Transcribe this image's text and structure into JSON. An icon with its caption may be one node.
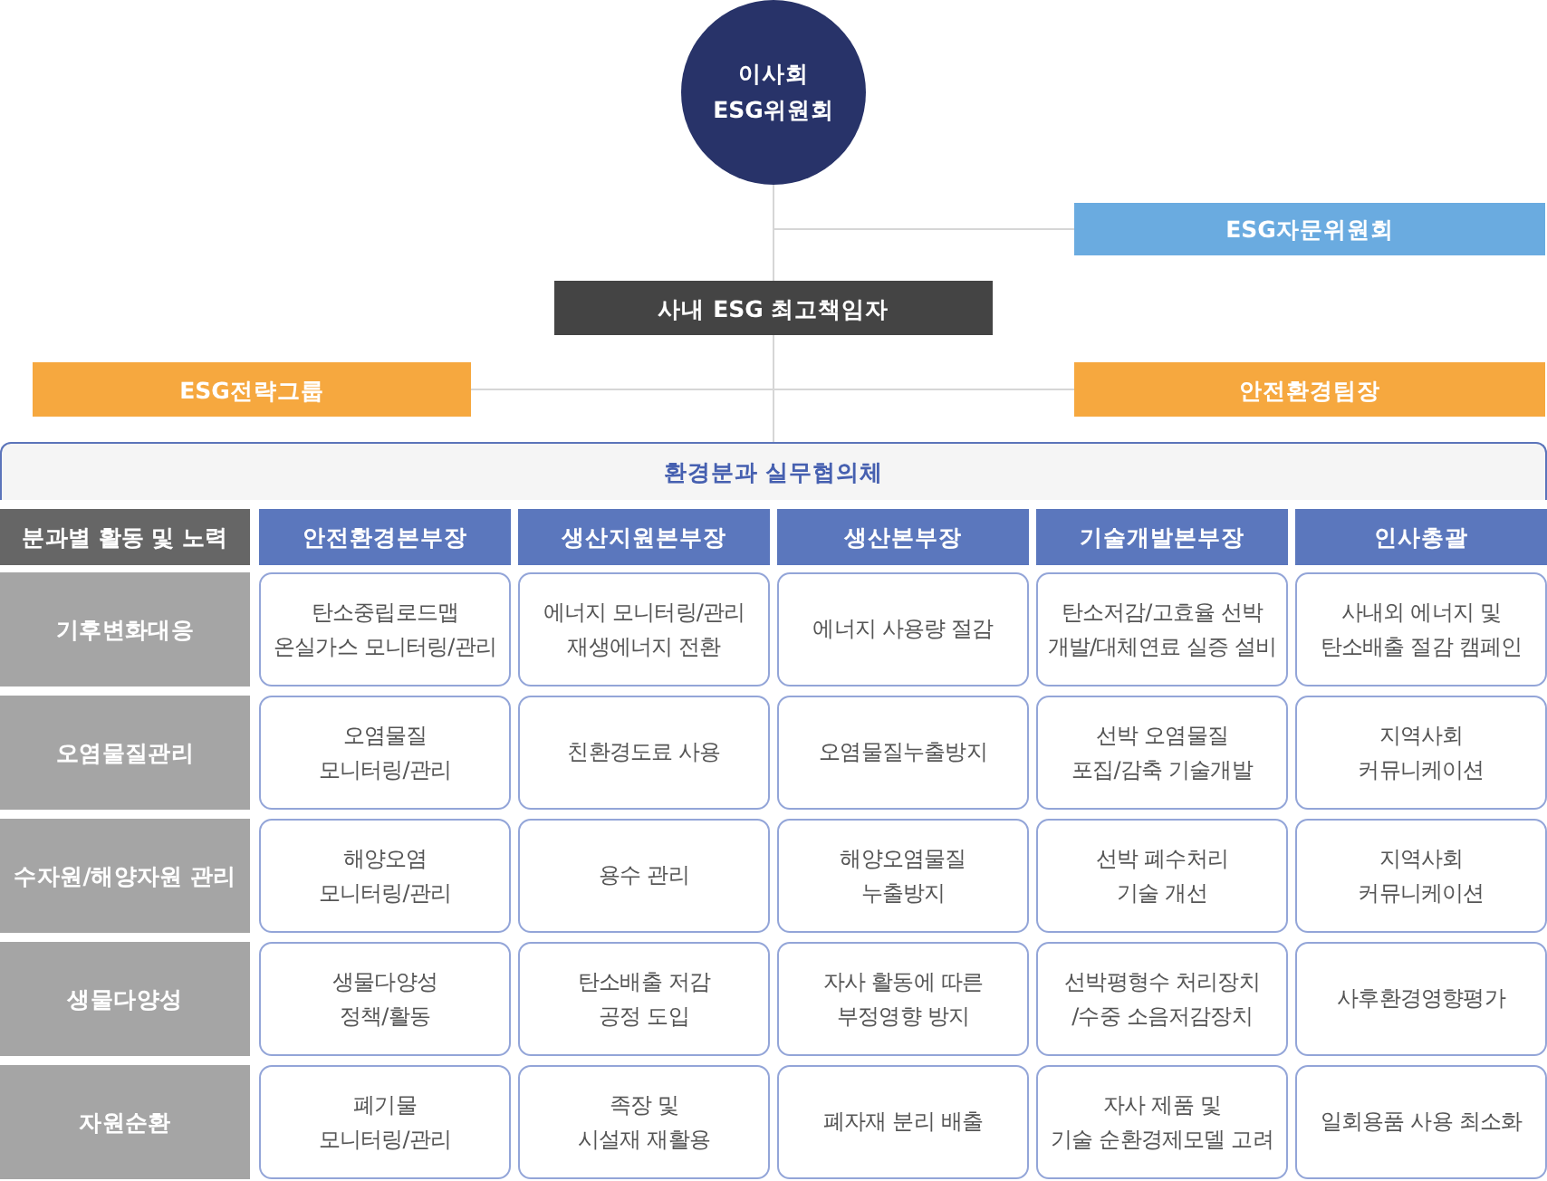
{
  "diagram": {
    "nodes": [
      {
        "text": [
          "이사회 ESG위원회"
        ]
      },
      {
        "text": [
          "ESG자문위원회"
        ]
      },
      {
        "text": [
          "사내 ESG 최고책임자"
        ]
      },
      {
        "text": [
          "ESG전략그룹"
        ]
      },
      {
        "text": [
          "안전환경팀장"
        ]
      },
      {
        "text": [
          "환경분과 실무협의체"
        ]
      },
      {
        "text": [
          "분과별 활동 및 노력"
        ]
      },
      {
        "text": [
          "안전환경본부장"
        ]
      },
      {
        "text": [
          "생산지원본부장"
        ]
      },
      {
        "text": [
          "생산본부장"
        ]
      },
      {
        "text": [
          "기술개발본부장"
        ]
      },
      {
        "text": [
          "인사총괄"
        ]
      },
      {
        "text": [
          "기후변화대응"
        ]
      },
      {
        "text": [
          "탄소중립로드맵 온실가스 모니터링/관리"
        ]
      },
      {
        "text": [
          "에너지 모니터링/관리 재생에너지 전환"
        ]
      },
      {
        "text": [
          "에너지 사용량 절감"
        ]
      },
      {
        "text": [
          "탄소저감/고효율 선박 개발/대체연료 실증 설비"
        ]
      },
      {
        "text": [
          "사내외 에너지 및 탄소배출 절감 캠페인"
        ]
      },
      {
        "text": [
          "오염물질관리"
        ]
      },
      {
        "text": [
          "오염물질 모니터링/관리"
        ]
      },
      {
        "text": [
          "친환경도료 사용"
        ]
      },
      {
        "text": [
          "오염물질누출방지"
        ]
      },
      {
        "text": [
          "선박 오염물질 포집/감축 기술개발"
        ]
      },
      {
        "text": [
          "지역사회 커뮤니케이션"
        ]
      },
      {
        "text": [
          "수자원/해양자원 관리"
        ]
      },
      {
        "text": [
          "해양오염 모니터링/관리"
        ]
      },
      {
        "text": [
          "용수 관리"
        ]
      },
      {
        "text": [
          "해양오염물질 누출방지"
        ]
      },
      {
        "text": [
          "선박 폐수처리 기술 개선"
        ]
      },
      {
        "text": [
          "지역사회 커뮤니케이션"
        ]
      },
      {
        "text": [
          "생물다양성"
        ]
      },
      {
        "text": [
          "생물다양성 정책/활동"
        ]
      },
      {
        "text": [
          "탄소배출 저감 공정 도입"
        ]
      },
      {
        "text": [
          "자사 활동에 따른 부정영향 방지"
        ]
      },
      {
        "text": [
          "선박평형수 처리장치 /수중 소음저감장치"
        ]
      },
      {
        "text": [
          "사후환경영향평가"
        ]
      },
      {
        "text": [
          "자원순환"
        ]
      },
      {
        "text": [
          "폐기물 모니터링/관리"
        ]
      },
      {
        "text": [
          "족장 및 시설재 재활용"
        ]
      },
      {
        "text": [
          "폐자재 분리 배출"
        ]
      },
      {
        "text": [
          "자사 제품 및 기술 순환경제모델 고려"
        ]
      },
      {
        "text": [
          "일회용품 사용 최소화"
        ]
      }
    ],
    "edges": [
      {
        "from": 0,
        "to": 1,
        "arrow": "none"
      },
      {
        "from": 0,
        "to": 2,
        "arrow": "none"
      },
      {
        "from": 2,
        "to": 3,
        "arrow": "none"
      },
      {
        "from": 2,
        "to": 4,
        "arrow": "none"
      },
      {
        "from": 2,
        "to": 5,
        "arrow": "none"
      }
    ]
  }
}
